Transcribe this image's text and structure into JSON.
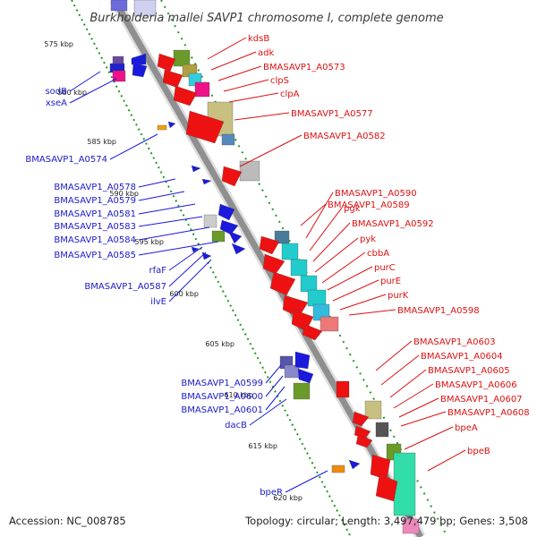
{
  "title": "Burkholderia mallei SAVP1 chromosome I, complete genome",
  "ticks": [
    "575 kbp",
    "580 kbp",
    "585 kbp",
    "590 kbp",
    "595 kbp",
    "600 kbp",
    "605 kbp",
    "610 kbp",
    "615 kbp",
    "620 kbp"
  ],
  "left_genes": [
    "sodB",
    "xseA",
    "BMASAVP1_A0574",
    "BMASAVP1_A0578",
    "BMASAVP1_A0579",
    "BMASAVP1_A0581",
    "BMASAVP1_A0583",
    "BMASAVP1_A0584",
    "BMASAVP1_A0585",
    "rfaF",
    "BMASAVP1_A0587",
    "ilvE",
    "BMASAVP1_A0599",
    "BMASAVP1_A0600",
    "BMASAVP1_A0601",
    "dacB",
    "bpeR"
  ],
  "right_genes": [
    "kdsB",
    "adk",
    "BMASAVP1_A0573",
    "clpS",
    "clpA",
    "BMASAVP1_A0577",
    "BMASAVP1_A0582",
    "BMASAVP1_A0589",
    "BMASAVP1_A0590",
    "pgk",
    "BMASAVP1_A0592",
    "pyk",
    "cbbA",
    "purC",
    "purE",
    "purK",
    "BMASAVP1_A0598",
    "BMASAVP1_A0603",
    "BMASAVP1_A0604",
    "BMASAVP1_A0605",
    "BMASAVP1_A0606",
    "BMASAVP1_A0607",
    "BMASAVP1_A0608",
    "bpeA",
    "bpeB"
  ],
  "footer": {
    "accession": "Accession: NC_008785",
    "topology": "Topology: circular; Length: 3,497,479 bp; Genes: 3,508"
  },
  "colors": {
    "forward_gene": "#ee1111",
    "reverse_gene": "#1a1add",
    "backbone": "#909090"
  }
}
